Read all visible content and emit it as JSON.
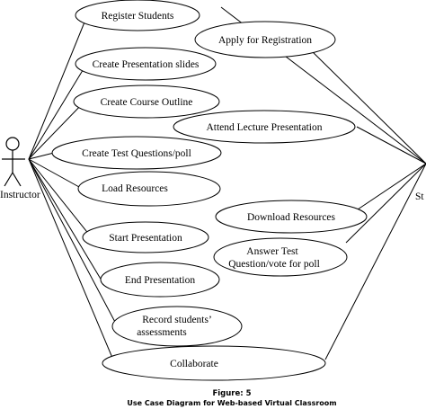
{
  "actors": {
    "instructor": "Instructor",
    "student_partial": "St"
  },
  "use_cases": {
    "register_students": "Register Students",
    "apply_for_registration": "Apply for Registration",
    "create_presentation_slides": "Create Presentation slides",
    "create_course_outline": "Create Course Outline",
    "attend_lecture_presentation": "Attend Lecture Presentation",
    "create_test_questions": "Create Test Questions/poll",
    "load_resources": "Load Resources",
    "download_resources": "Download Resources",
    "start_presentation": "Start Presentation",
    "answer_test_line1": "Answer Test",
    "answer_test_line2": "Question/vote for poll",
    "end_presentation": "End Presentation",
    "record_assessments_line1": "Record students’",
    "record_assessments_line2": "assessments",
    "collaborate": "Collaborate"
  },
  "caption": {
    "figure": "Figure: 5",
    "title": "Use Case Diagram for Web-based Virtual Classroom"
  }
}
